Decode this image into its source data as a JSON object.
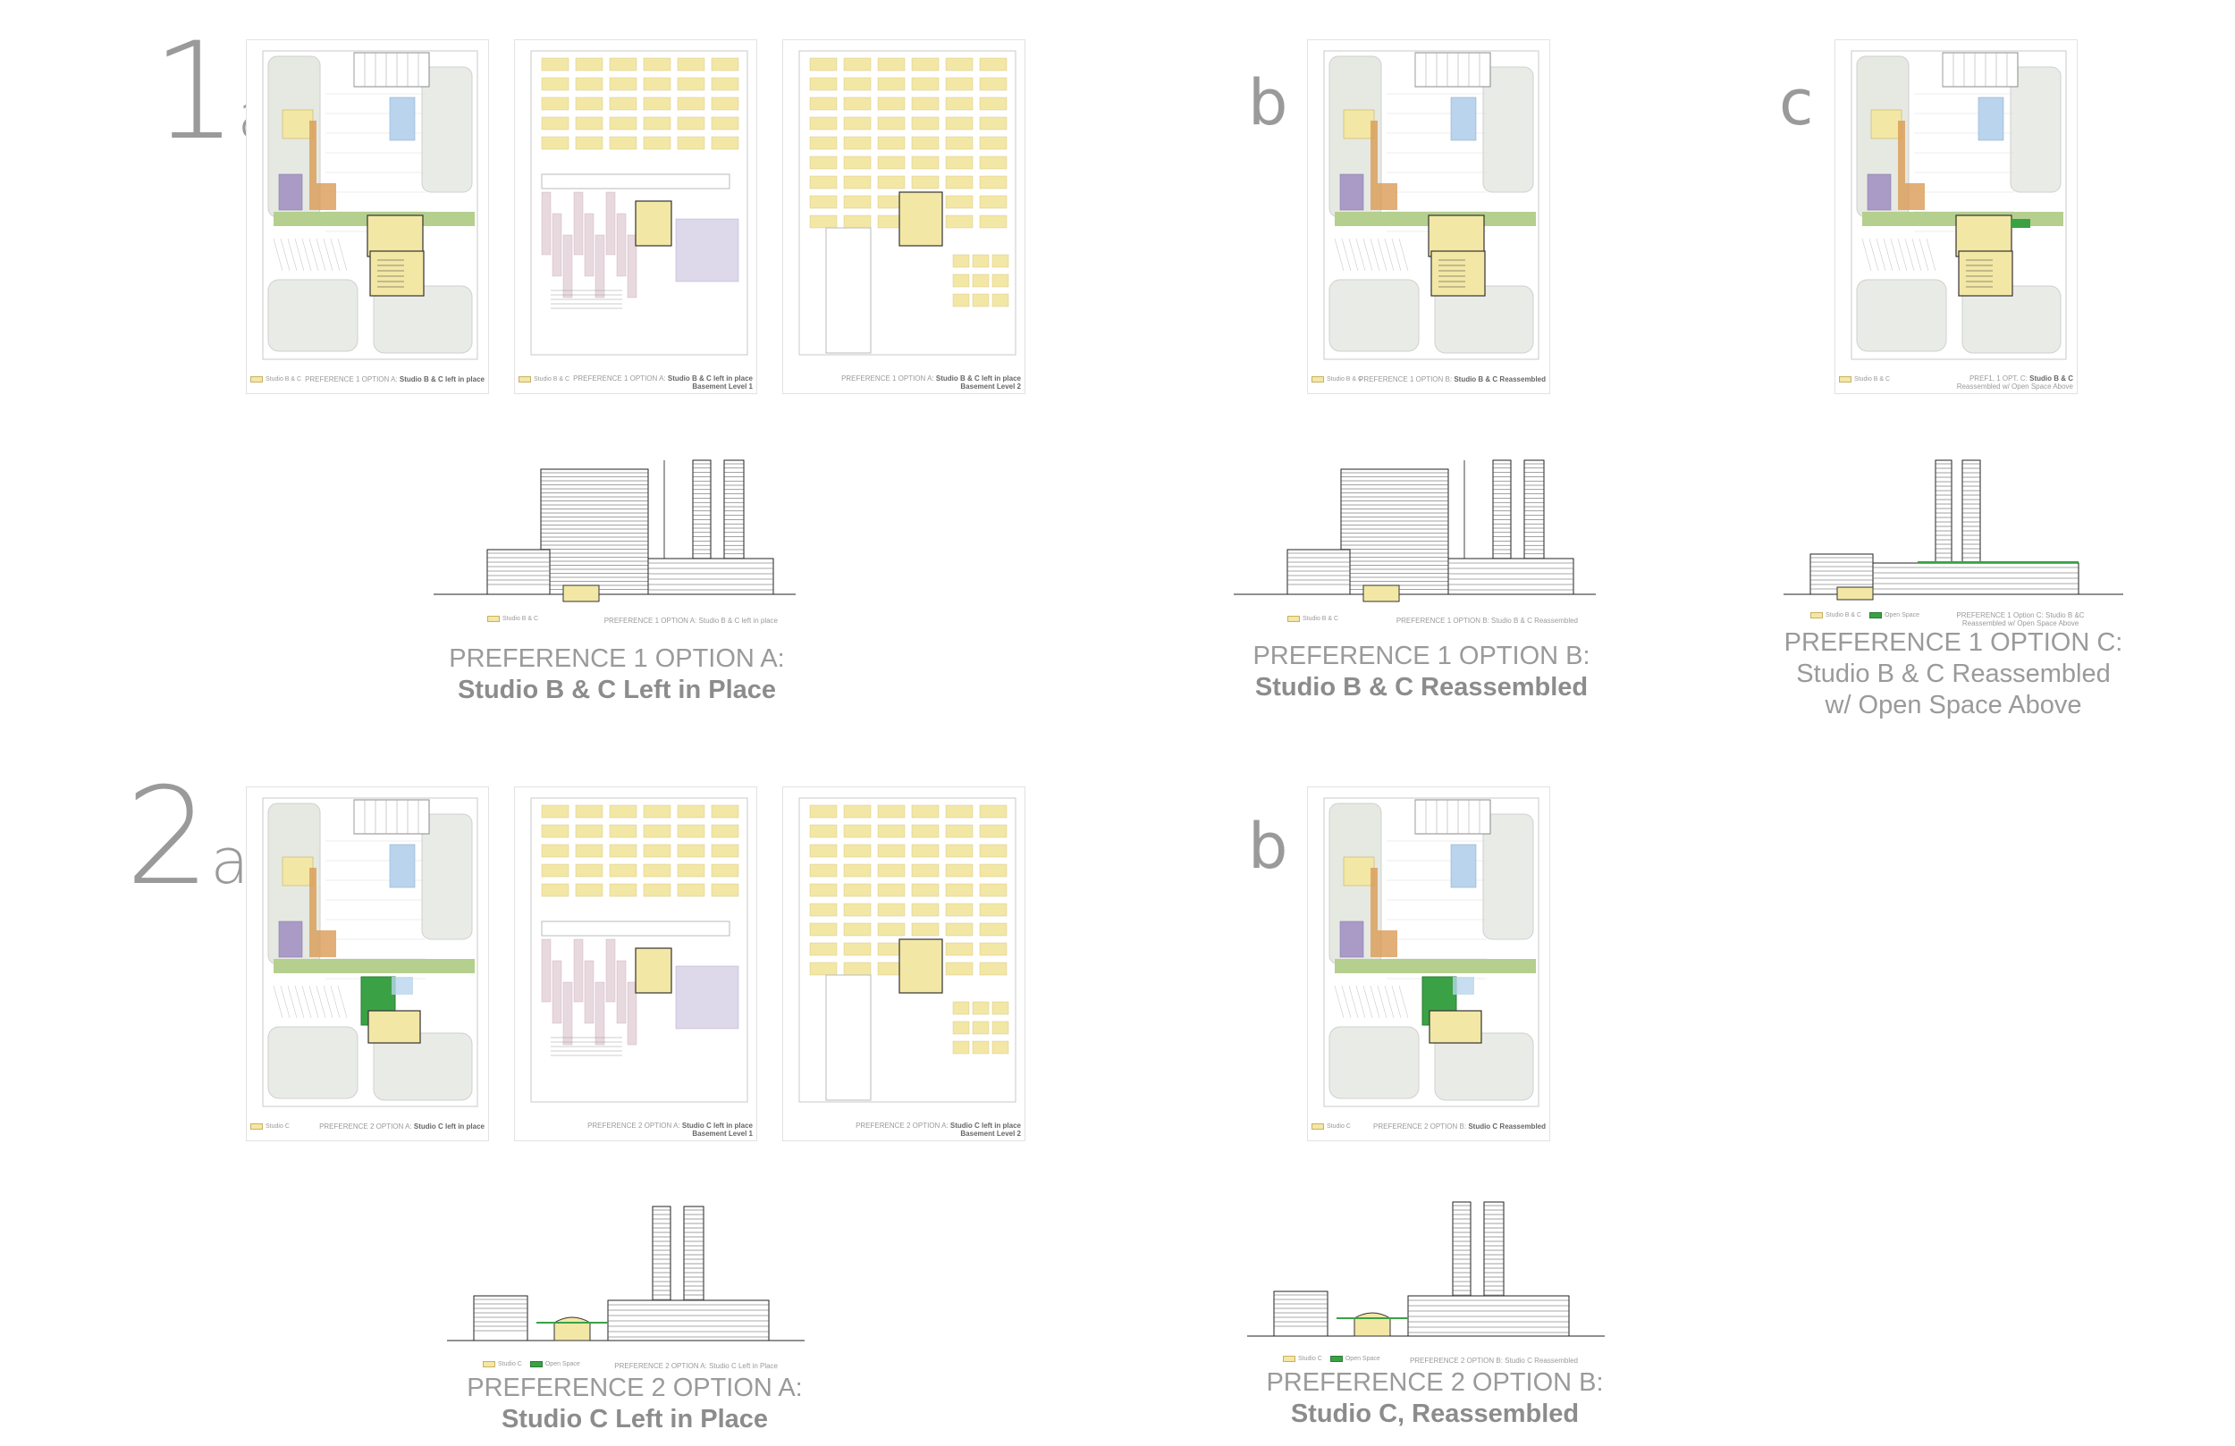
{
  "rows": [
    {
      "number": "1",
      "letter_a": "a",
      "letter_b": "b",
      "letter_c": "c",
      "plans": {
        "a_ground": {
          "caption_prefix": "PREFERENCE 1 OPTION A:",
          "caption_bold": "Studio B & C left in place",
          "caption_line2": "",
          "legend": "Studio B & C"
        },
        "a_b1": {
          "caption_prefix": "PREFERENCE 1 OPTION A:",
          "caption_bold": "Studio B & C left in place",
          "caption_line2": "Basement Level 1",
          "legend": "Studio B & C"
        },
        "a_b2": {
          "caption_prefix": "PREFERENCE 1 OPTION A:",
          "caption_bold": "Studio B & C left in place",
          "caption_line2": "Basement Level 2",
          "legend": ""
        },
        "b_ground": {
          "caption_prefix": "PREFERENCE 1 OPTION B:",
          "caption_bold": "Studio B & C Reassembled",
          "caption_line2": "",
          "legend": "Studio B & C"
        },
        "c_ground": {
          "caption_prefix": "PREF1, 1 OPT. C:",
          "caption_bold": "Studio B & C",
          "caption_line2": "Reassembled w/ Open Space Above",
          "legend": "Studio B & C"
        }
      },
      "elevations": {
        "a": {
          "legend1": "Studio B & C",
          "legend2": "",
          "caption": "PREFERENCE 1 OPTION A: Studio B & C left in place"
        },
        "b": {
          "legend1": "Studio B & C",
          "legend2": "",
          "caption": "PREFERENCE 1 OPTION B: Studio B & C Reassembled"
        },
        "c": {
          "legend1": "Studio B & C",
          "legend2": "Open Space",
          "caption": "PREFERENCE 1 Option C: Studio B &C Reassembled w/ Open Space Above"
        }
      },
      "titles": {
        "a": {
          "line1": "PREFERENCE 1 OPTION A:",
          "line2": "Studio B & C Left in Place",
          "line3": ""
        },
        "b": {
          "line1": "PREFERENCE 1 OPTION B:",
          "line2": "Studio B & C Reassembled",
          "line3": ""
        },
        "c": {
          "line1": "PREFERENCE 1 OPTION C:",
          "line2": "Studio B & C Reassembled",
          "line3": "w/ Open Space Above"
        }
      }
    },
    {
      "number": "2",
      "letter_a": "a",
      "letter_b": "b",
      "plans": {
        "a_ground": {
          "caption_prefix": "PREFERENCE 2 OPTION A:",
          "caption_bold": "Studio C left in place",
          "caption_line2": "",
          "legend": "Studio C"
        },
        "a_b1": {
          "caption_prefix": "PREFERENCE 2 OPTION A:",
          "caption_bold": "Studio C left in place",
          "caption_line2": "Basement Level 1",
          "legend": ""
        },
        "a_b2": {
          "caption_prefix": "PREFERENCE 2 OPTION A:",
          "caption_bold": "Studio C left in place",
          "caption_line2": "Basement Level 2",
          "legend": ""
        },
        "b_ground": {
          "caption_prefix": "PREFERENCE 2 OPTION B:",
          "caption_bold": "Studio C Reassembled",
          "caption_line2": "",
          "legend": "Studio C"
        }
      },
      "elevations": {
        "a": {
          "legend1": "Studio C",
          "legend2": "Open Space",
          "caption": "PREFERENCE 2 OPTION A: Studio C Left in Place"
        },
        "b": {
          "legend1": "Studio C",
          "legend2": "Open Space",
          "caption": "PREFERENCE 2 OPTION B: Studio C Reassembled"
        }
      },
      "titles": {
        "a": {
          "line1": "PREFERENCE 2 OPTION A:",
          "line2": "Studio C Left in Place"
        },
        "b": {
          "line1": "PREFERENCE 2  OPTION B:",
          "line2": "Studio C, Reassembled"
        }
      }
    }
  ],
  "colors": {
    "studio": "#f3e7a6",
    "open_space": "#3aa245",
    "green_band": "#b5cf8e",
    "orange": "#d99b55",
    "purple": "#a99bc6",
    "blue": "#b9d4ec",
    "line": "#9a9a9a",
    "text_gray": "#9a9a9a"
  }
}
